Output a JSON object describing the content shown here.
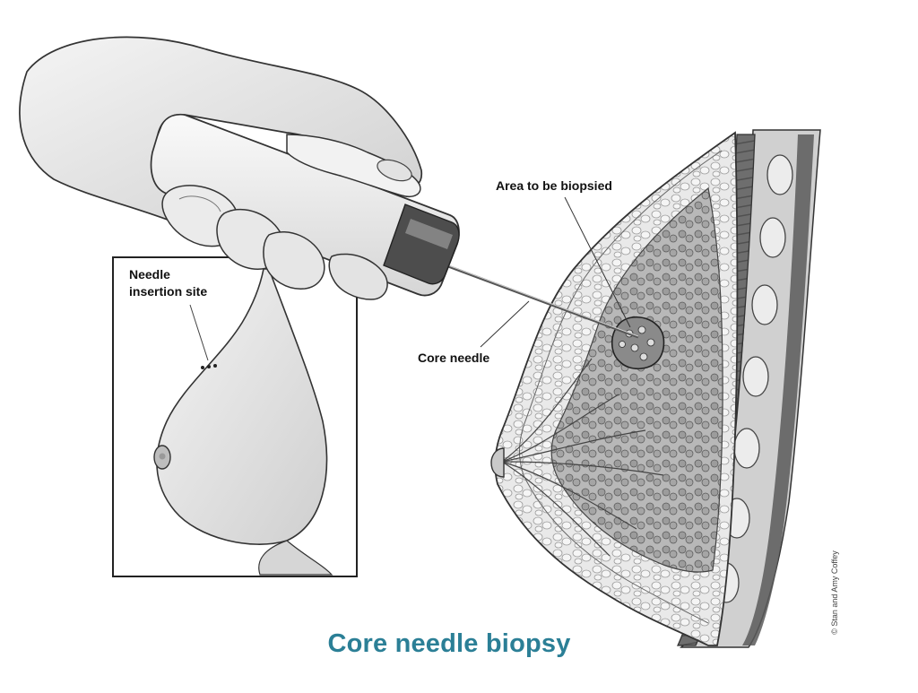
{
  "diagram": {
    "caption": "Core needle biopsy",
    "labels": {
      "area_to_biopsy": "Area to be biopsied",
      "core_needle": "Core needle",
      "insertion_site_line1": "Needle",
      "insertion_site_line2": "insertion site"
    },
    "credit": "© Stan and Amy Coffey",
    "colors": {
      "caption": "#2b7f96",
      "outline": "#333333",
      "tissue": "#8f8f8f",
      "fat": "#d9d9d9"
    }
  }
}
